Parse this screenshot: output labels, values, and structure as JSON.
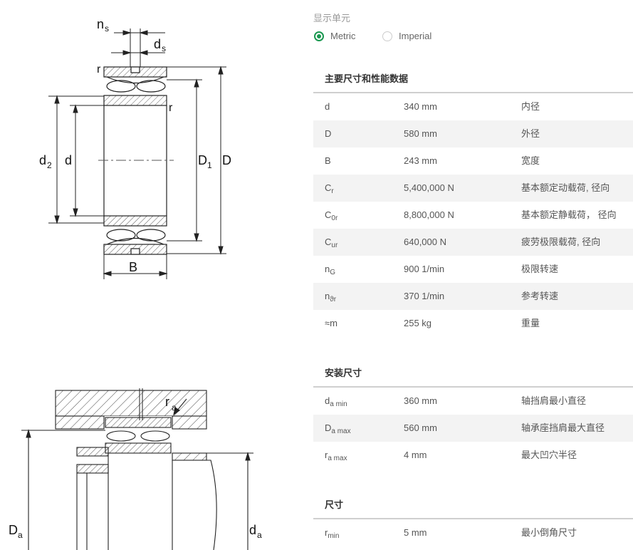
{
  "drawing_labels": {
    "ns": "n",
    "ns_sub": "s",
    "ds": "d",
    "ds_sub": "s",
    "r_top": "r",
    "r_right": "r",
    "d2": "d",
    "d2_sub": "2",
    "d": "d",
    "D1": "D",
    "D1_sub": "1",
    "D": "D",
    "B": "B",
    "ra": "r",
    "ra_sub": "a",
    "Da": "D",
    "Da_sub": "a",
    "da": "d",
    "da_sub": "a"
  },
  "unit_selector": {
    "label": "显示单元",
    "options": [
      {
        "label": "Metric",
        "selected": true
      },
      {
        "label": "Imperial",
        "selected": false
      }
    ]
  },
  "sections": [
    {
      "title": "主要尺寸和性能数据",
      "rows": [
        {
          "sym": "d",
          "sub": "",
          "value": "340 mm",
          "desc": "内径"
        },
        {
          "sym": "D",
          "sub": "",
          "value": "580 mm",
          "desc": "外径"
        },
        {
          "sym": "B",
          "sub": "",
          "value": "243 mm",
          "desc": "宽度"
        },
        {
          "sym": "C",
          "sub": "r",
          "value": "5,400,000 N",
          "desc": "基本额定动载荷, 径向"
        },
        {
          "sym": "C",
          "sub": "0r",
          "value": "8,800,000 N",
          "desc": "基本额定静载荷， 径向"
        },
        {
          "sym": "C",
          "sub": "ur",
          "value": "640,000 N",
          "desc": "疲劳极限载荷, 径向"
        },
        {
          "sym": "n",
          "sub": "G",
          "value": "900 1/min",
          "desc": "极限转速"
        },
        {
          "sym": "n",
          "sub": "ϑr",
          "value": "370 1/min",
          "desc": "参考转速"
        },
        {
          "sym": "≈m",
          "sub": "",
          "value": "255 kg",
          "desc": "重量"
        }
      ]
    },
    {
      "title": "安装尺寸",
      "rows": [
        {
          "sym": "d",
          "sub": "a min",
          "value": "360 mm",
          "desc": "轴挡肩最小直径"
        },
        {
          "sym": "D",
          "sub": "a max",
          "value": "560 mm",
          "desc": "轴承座挡肩最大直径"
        },
        {
          "sym": "r",
          "sub": "a max",
          "value": "4 mm",
          "desc": "最大凹穴半径"
        }
      ]
    },
    {
      "title": "尺寸",
      "rows": [
        {
          "sym": "r",
          "sub": "min",
          "value": "5 mm",
          "desc": "最小倒角尺寸"
        }
      ]
    }
  ]
}
